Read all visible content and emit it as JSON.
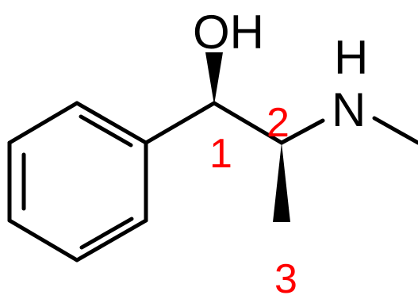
{
  "colors": {
    "bond": "#000000",
    "atom_label": "#000000",
    "locant": "#ff0000",
    "background": "#ffffff"
  },
  "atoms": {
    "hydroxyl": "OH",
    "amine_n": "N",
    "amine_h": "H"
  },
  "locants": {
    "c1": "1",
    "c2": "2",
    "c3": "3"
  }
}
